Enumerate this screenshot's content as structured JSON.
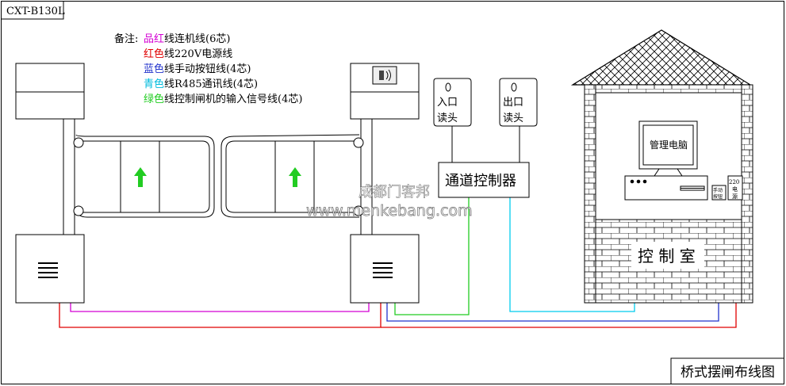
{
  "model": "CXT-B130L",
  "diagram_title": "桥式摆闸布线图",
  "notes": {
    "prefix": "备注:",
    "lines": [
      {
        "color_word": "品红",
        "rest": "线连机线(6芯)",
        "color": "#d400d4"
      },
      {
        "color_word": "红色",
        "rest": "线220V电源线",
        "color": "#e00000"
      },
      {
        "color_word": "蓝色",
        "rest": "线手动按钮线(4芯)",
        "color": "#2233cc"
      },
      {
        "color_word": "青色",
        "rest": "线R485通讯线(4芯)",
        "color": "#00bbdd"
      },
      {
        "color_word": "绿色",
        "rest": "线控制闸机的输入信号线(4芯)",
        "color": "#22cc22"
      }
    ]
  },
  "reader_in": {
    "line1": "入口",
    "line2": "读头"
  },
  "reader_out": {
    "line1": "出口",
    "line2": "读头"
  },
  "controller_label": "通道控制器",
  "monitor_label": "管理电脑",
  "control_room_label": "控 制 室",
  "manual_button_box": {
    "line1": "手动",
    "line2": "按钮"
  },
  "power_box": {
    "line1": "220",
    "line2": "电",
    "line3": "源"
  },
  "watermark": {
    "line1": "成都门客邦",
    "line2": "www.menkebang.com"
  },
  "colors": {
    "magenta": "#d400d4",
    "red": "#e00000",
    "blue": "#2233cc",
    "cyan": "#00ccee",
    "green": "#22cc22",
    "arrow": "#22cc22"
  }
}
